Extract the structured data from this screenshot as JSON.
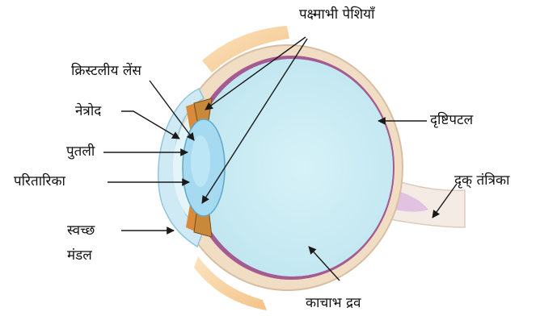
{
  "labels": {
    "ciliary_muscles": "पक्ष्माभी पेशियाँ",
    "crystalline_lens": "क्रिस्टलीय लेंस",
    "aqueous_humour": "नेत्रोद",
    "pupil": "पुतली",
    "iris": "परितारिका",
    "cornea_line1": "स्वच्छ",
    "cornea_line2": "मंडल",
    "retina": "दृष्टिपटल",
    "optic_nerve": "दृक् तंत्रिका",
    "vitreous_humour": "काचाभ द्रव"
  },
  "colors": {
    "vitreous": "#c8ecf4",
    "sclera": "#f1dcc4",
    "choroid": "#a35b91",
    "lens": "#a6daf0",
    "cornea": "#cfeaf4",
    "iris": "#d98a3a",
    "eyelid": "#f6c98f",
    "optic_nerve": "#f4ece4",
    "line": "#1a1a1a"
  }
}
